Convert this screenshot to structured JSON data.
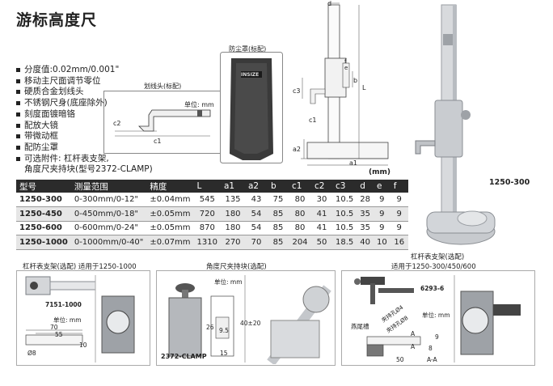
{
  "title": "游标高度尺",
  "features": [
    "分度值:0.02mm/0.001\"",
    "移动主尺面调节零位",
    "硬质合金划线头",
    "不锈钢尺身(底座除外)",
    "刻度面镀暗铬",
    "配放大镜",
    "带微动框",
    "配防尘罩",
    "可选附件: 杠杆表支架,",
    "角度尺夹持块(型号2372-CLAMP)"
  ],
  "labels": {
    "scriber": "划线头(标配)",
    "dust_cover": "防尘罩(标配)",
    "unit_mm": "单位: mm",
    "mm": "(mm)",
    "model_main": "1250-300",
    "dust_logo": "INSIZE"
  },
  "dims": {
    "d": "d",
    "b": "b",
    "L": "L",
    "c3": "c3",
    "c1": "c1",
    "c2": "c2",
    "a2": "a2",
    "a1": "a1",
    "e": "e",
    "f": "f"
  },
  "table": {
    "headers": [
      "型号",
      "测量范围",
      "精度",
      "L",
      "a1",
      "a2",
      "b",
      "c1",
      "c2",
      "c3",
      "d",
      "e",
      "f"
    ],
    "rows": [
      [
        "1250-300",
        "0-300mm/0-12\"",
        "±0.04mm",
        "545",
        "135",
        "43",
        "75",
        "80",
        "30",
        "10.5",
        "28",
        "9",
        "9"
      ],
      [
        "1250-450",
        "0-450mm/0-18\"",
        "±0.05mm",
        "720",
        "180",
        "54",
        "85",
        "80",
        "41",
        "10.5",
        "35",
        "9",
        "9"
      ],
      [
        "1250-600",
        "0-600mm/0-24\"",
        "±0.05mm",
        "870",
        "180",
        "54",
        "85",
        "80",
        "41",
        "10.5",
        "35",
        "9",
        "9"
      ],
      [
        "1250-1000",
        "0-1000mm/0-40\"",
        "±0.07mm",
        "1310",
        "270",
        "70",
        "85",
        "204",
        "50",
        "18.5",
        "40",
        "10",
        "16"
      ]
    ]
  },
  "bottom": {
    "p1_caption": "杠杆表支架(选配) 适用于1250-1000",
    "p1_model": "7151-1000",
    "p1_unit": "单位: mm",
    "p1_d70": "70",
    "p1_d55": "55",
    "p1_d10": "10",
    "p1_d8": "Ø8",
    "p2_caption": "角度尺夹持块(选配)",
    "p2_unit": "单位: mm",
    "p2_model": "2372-CLAMP",
    "p2_d26": "26",
    "p2_d95": "9.5",
    "p2_d15": "15",
    "p2_d40": "40±20",
    "p3_caption1": "杠杆表支架(选配)",
    "p3_caption2": "适用于1250-300/450/600",
    "p3_model": "6293-6",
    "p3_unit": "单位: mm",
    "p3_tail": "燕尾槽",
    "p3_hole4": "夹持孔Ø4",
    "p3_hole8": "夹持孔Ø8",
    "p3_d50": "50",
    "p3_d8": "8",
    "p3_d9": "9",
    "p3_A1": "A",
    "p3_A2": "A",
    "p3_AA": "A-A"
  }
}
